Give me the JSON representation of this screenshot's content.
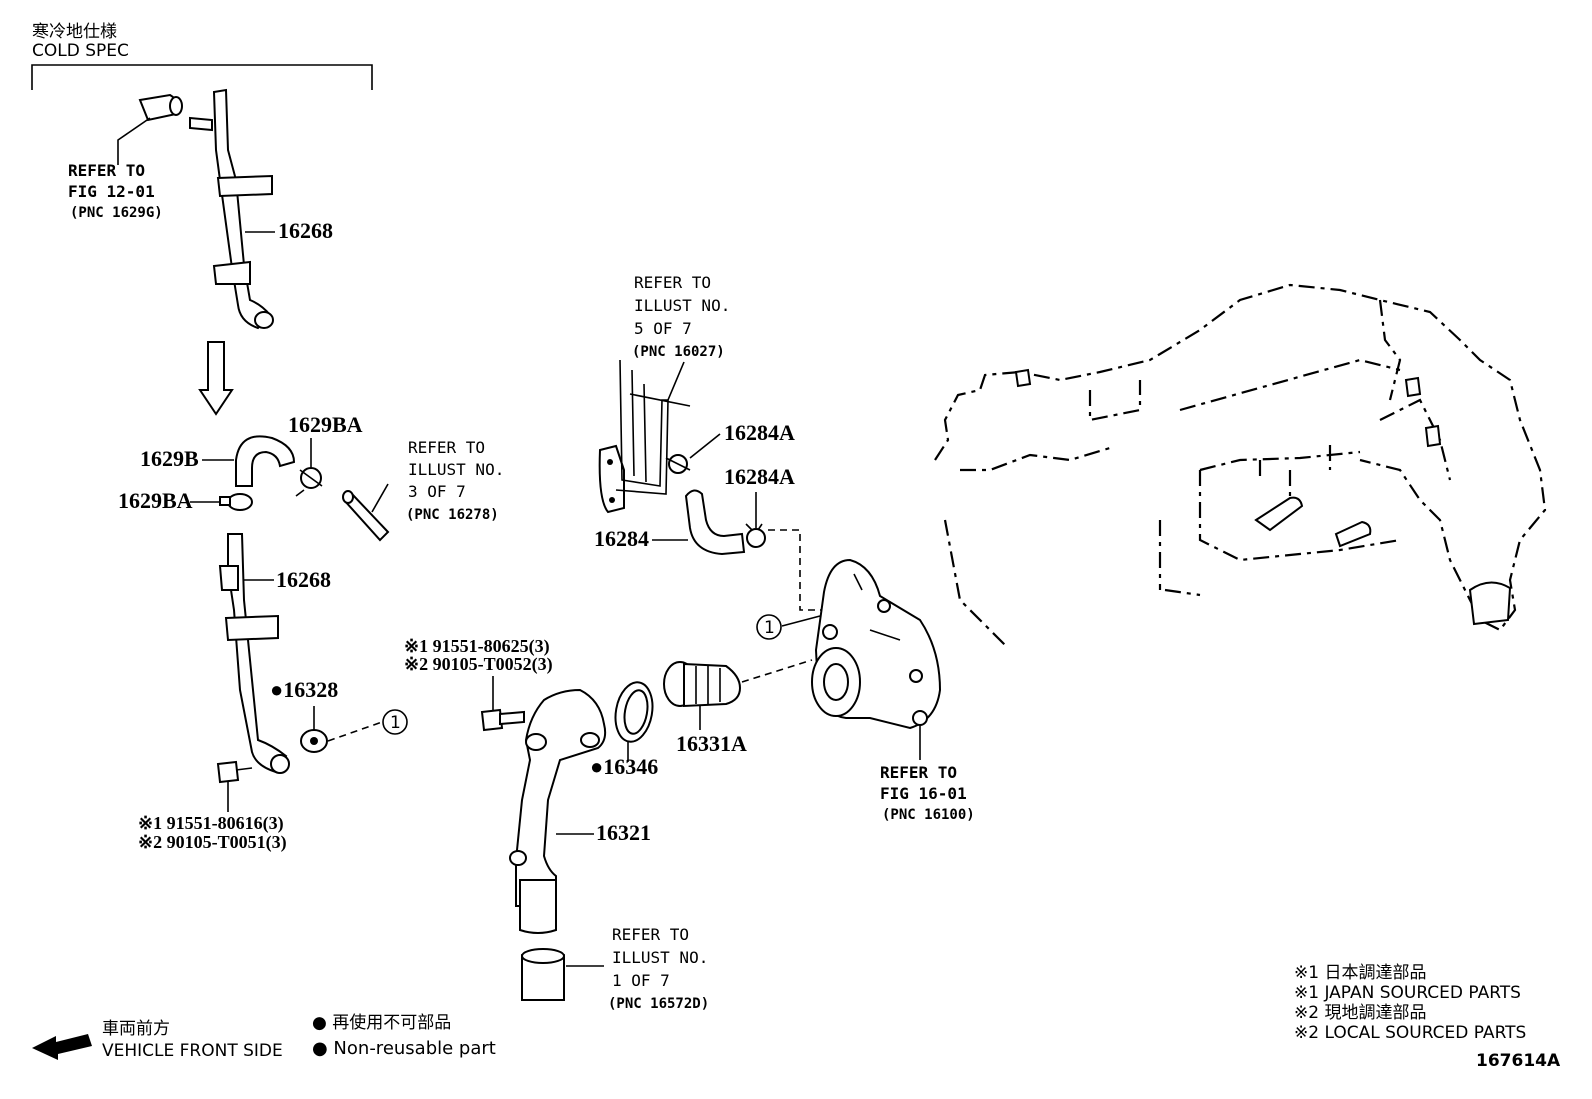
{
  "header": {
    "title_jp": "寒冷地仕様",
    "title_en": "COLD SPEC"
  },
  "parts": {
    "p16268_top": "16268",
    "p16268_bottom": "16268",
    "p1629B": "1629B",
    "p1629BA_a": "1629BA",
    "p1629BA_b": "1629BA",
    "p16328": "●16328",
    "p16346": "●16346",
    "p16321": "16321",
    "p16331A": "16331A",
    "p16284": "16284",
    "p16284A_a": "16284A",
    "p16284A_b": "16284A"
  },
  "bolts": {
    "lower_left_1": "※1 91551-80616(3)",
    "lower_left_2": "※2 90105-T0051(3)",
    "center_1": "※1 91551-80625(3)",
    "center_2": "※2 90105-T0052(3)"
  },
  "refs": {
    "fig1201": {
      "l1": "REFER TO",
      "l2": "FIG 12-01",
      "l3": "(PNC 1629G)"
    },
    "illust3": {
      "l1": "REFER TO",
      "l2": "ILLUST NO.",
      "l3": "3 OF 7",
      "l4": "(PNC 16278)"
    },
    "illust5": {
      "l1": "REFER TO",
      "l2": "ILLUST NO.",
      "l3": "5 OF 7",
      "l4": "(PNC 16027)"
    },
    "illust1": {
      "l1": "REFER TO",
      "l2": "ILLUST NO.",
      "l3": "1 OF 7",
      "l4": "(PNC 16572D)"
    },
    "fig1601": {
      "l1": "REFER TO",
      "l2": "FIG 16-01",
      "l3": "(PNC 16100)"
    }
  },
  "circle_marker": "1",
  "legend": {
    "front_jp": "車両前方",
    "front_en": "VEHICLE FRONT SIDE",
    "nonreuse_jp": "● 再使用不可部品",
    "nonreuse_en": "● Non-reusable part",
    "src1_jp": "※1  日本調達部品",
    "src1_en": "※1  JAPAN SOURCED PARTS",
    "src2_jp": "※2  現地調達部品",
    "src2_en": "※2  LOCAL SOURCED PARTS",
    "figure_id": "167614A"
  }
}
